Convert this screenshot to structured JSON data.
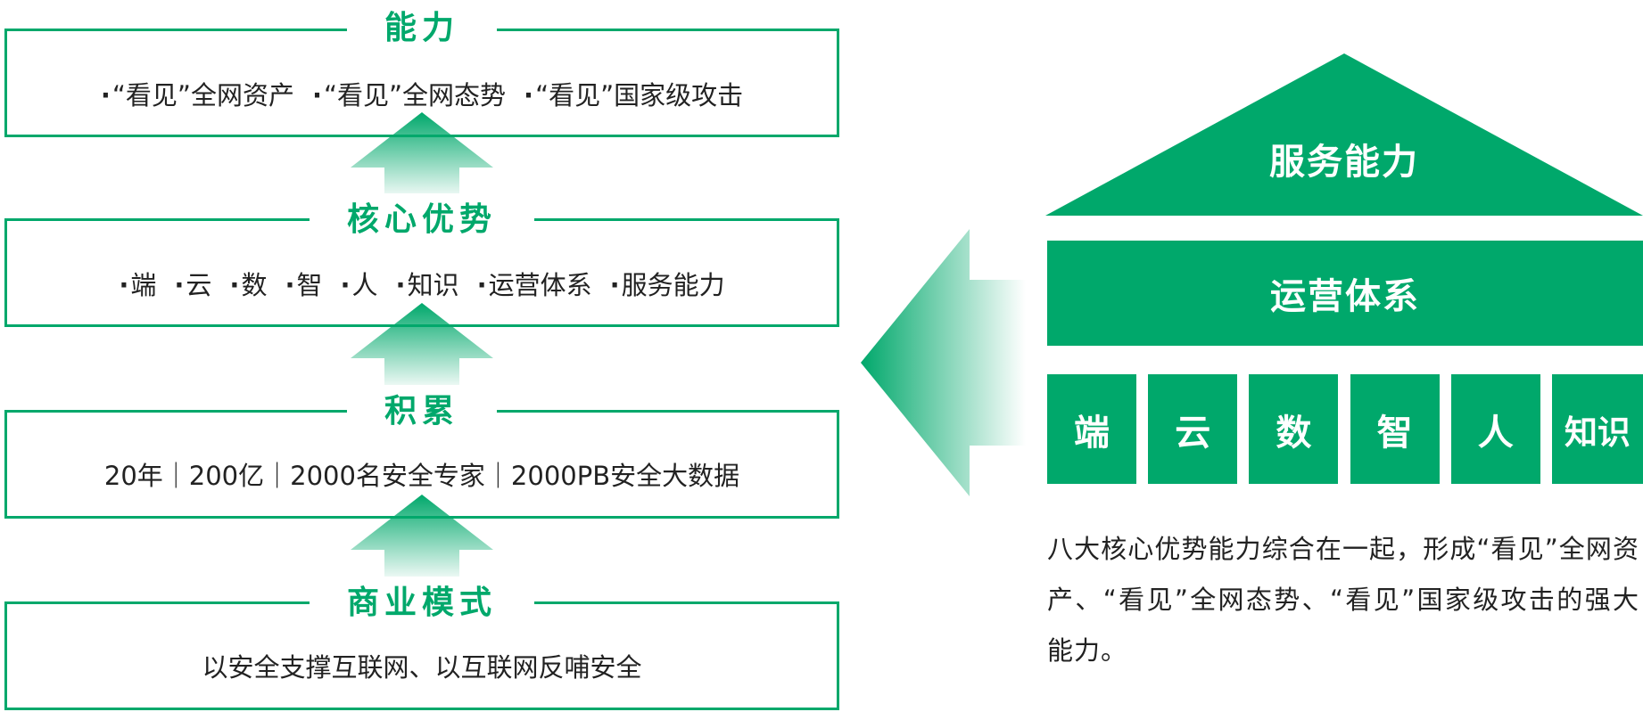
{
  "colors": {
    "accent": "#00a86b",
    "text": "#222222",
    "background": "#ffffff"
  },
  "left_stack": {
    "capability": {
      "title": "能力",
      "items": [
        "“看见”全网资产",
        "“看见”全网态势",
        "“看见”国家级攻击"
      ]
    },
    "advantages": {
      "title": "核心优势",
      "items": [
        "端",
        "云",
        "数",
        "智",
        "人",
        "知识",
        "运营体系",
        "服务能力"
      ]
    },
    "accumulation": {
      "title": "积累",
      "text": "20年｜200亿｜2000名安全专家｜2000PB安全大数据"
    },
    "business_model": {
      "title": "商业模式",
      "text": "以安全支撑互联网、以互联网反哺安全"
    }
  },
  "house": {
    "roof_label": "服务能力",
    "band_label": "运营体系",
    "pillars": [
      "端",
      "云",
      "数",
      "智",
      "人",
      "知识"
    ]
  },
  "summary": "八大核心优势能力综合在一起，形成“看见”全网资产、“看见”全网态势、“看见”国家级攻击的强大能力。"
}
